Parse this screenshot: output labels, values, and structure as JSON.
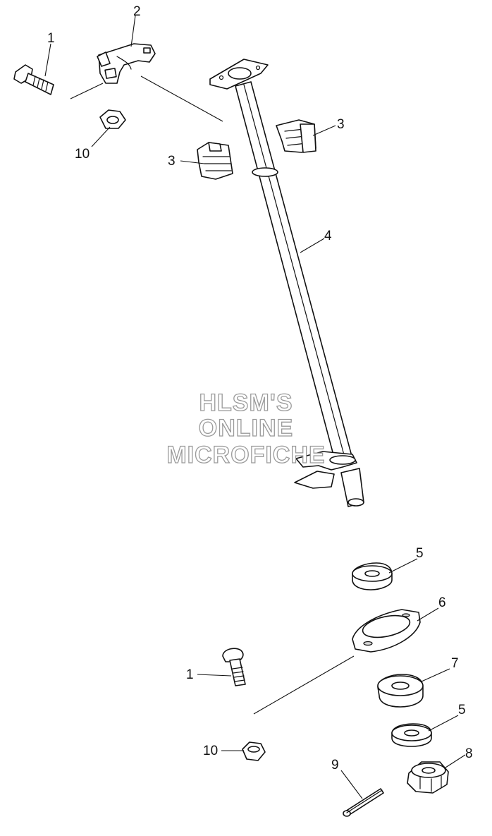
{
  "callouts": {
    "c1_top": "1",
    "c2": "2",
    "c3_right": "3",
    "c3_left": "3",
    "c4": "4",
    "c10_top": "10",
    "c5_top": "5",
    "c6": "6",
    "c7": "7",
    "c5_bottom": "5",
    "c1_bottom": "1",
    "c10_bottom": "10",
    "c9": "9",
    "c8": "8"
  },
  "watermark": {
    "line1": "HLSM'S",
    "line2": "ONLINE",
    "line3": "MICROFICHE"
  }
}
